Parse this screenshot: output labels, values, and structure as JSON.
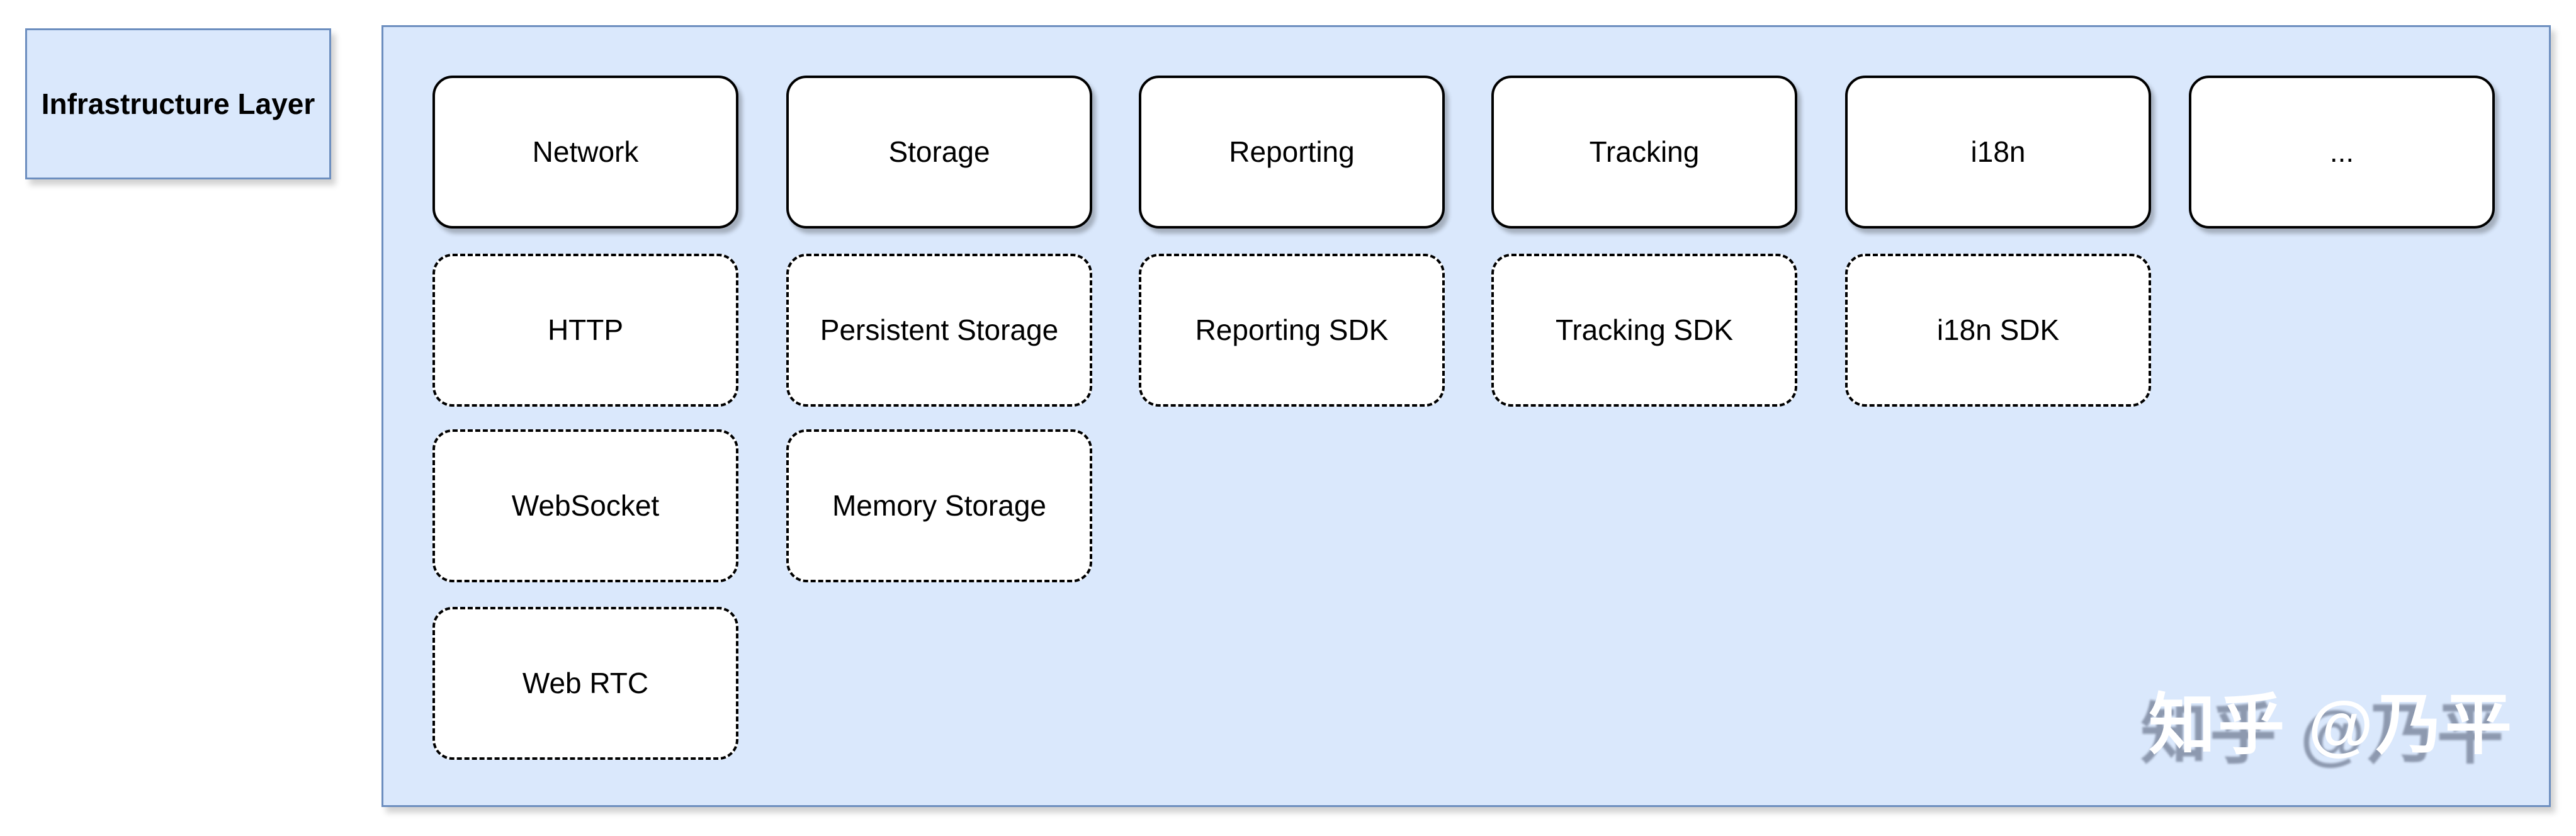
{
  "diagram": {
    "label_box": {
      "text": "Infrastructure Layer"
    },
    "solid_boxes": [
      "Network",
      "Storage",
      "Reporting",
      "Tracking",
      "i18n",
      "..."
    ],
    "dashed_boxes": {
      "row1": [
        "HTTP",
        "Persistent Storage",
        "Reporting SDK",
        "Tracking SDK",
        "i18n SDK"
      ],
      "row2": [
        "WebSocket",
        "Memory Storage"
      ],
      "row3": [
        "Web RTC"
      ]
    },
    "watermark": "知乎 @乃平",
    "colors": {
      "panel_fill": "#dae8fc",
      "panel_border": "#6c8ebf",
      "node_fill": "#ffffff",
      "node_border": "#000000"
    }
  }
}
